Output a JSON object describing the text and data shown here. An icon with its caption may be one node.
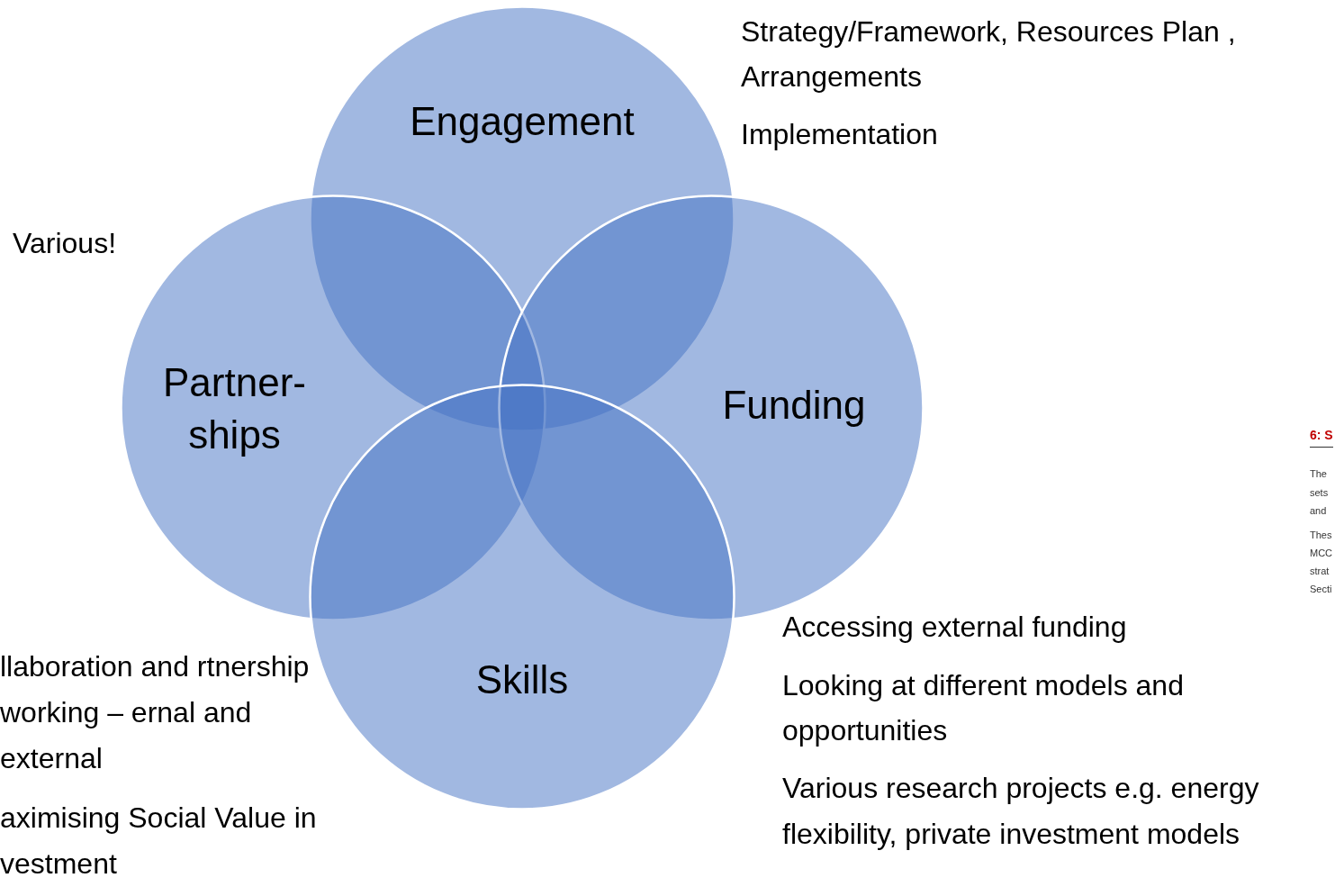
{
  "diagram": {
    "nodes": [
      {
        "text": [
          "Engagement"
        ]
      },
      {
        "text": [
          "Partner- ships"
        ]
      },
      {
        "text": [
          "Funding"
        ]
      },
      {
        "text": [
          "Skills"
        ]
      }
    ],
    "edges": [],
    "labels": [
      "Strategy/Framework, Resources Plan , Arrangements",
      "Implementation",
      "Various!",
      "6: S",
      "The",
      "sets",
      "and",
      "Thes",
      "MCC",
      "strat",
      "Secti",
      "Accessing external funding",
      "Looking at different models and opportunities",
      "llaboration and rtnership working – ernal and external",
      "Various research projects e.g. energy flexibility, private investment models",
      "aximising Social Value in vestment"
    ]
  }
}
